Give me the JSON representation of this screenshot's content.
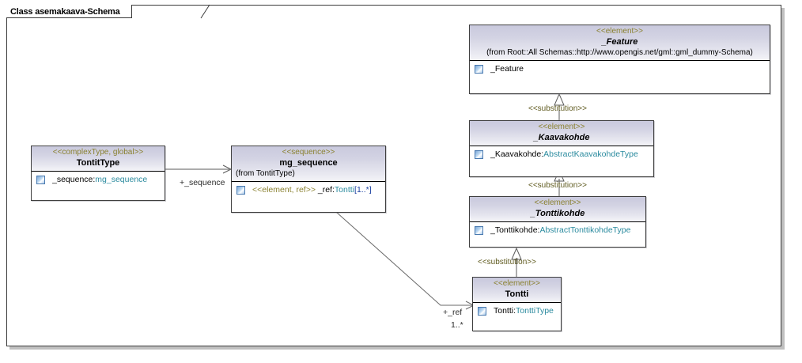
{
  "frame": {
    "title": "Class asemakaava-Schema"
  },
  "nodes": {
    "feature": {
      "stereotype": "<<element>>",
      "name": "_Feature",
      "from": "(from Root::All Schemas::http://www.opengis.net/gml::gml_dummy-Schema)",
      "attribute": "_Feature"
    },
    "kaavakohde": {
      "stereotype": "<<element>>",
      "name": "_Kaavakohde",
      "attr_name": "_Kaavakohde:",
      "attr_type": "AbstractKaavakohdeType"
    },
    "tonttikohde": {
      "stereotype": "<<element>>",
      "name": "_Tonttikohde",
      "attr_name": "_Tonttikohde:",
      "attr_type": "AbstractTonttikohdeType"
    },
    "tontti": {
      "stereotype": "<<element>>",
      "name": "Tontti",
      "attr_name": "Tontti:",
      "attr_type": "TonttiType"
    },
    "tontittype": {
      "stereotype": "<<complexType, global>>",
      "name": "TontitType",
      "attr_name": "_sequence:",
      "attr_type": "mg_sequence"
    },
    "mg_sequence": {
      "stereotype": "<<sequence>>",
      "name": "mg_sequence",
      "from": "(from TontitType)",
      "attr_stereo": "<<element, ref>>",
      "attr_name": " _ref:",
      "attr_type": "Tontti",
      "attr_mult": "[1..*]"
    }
  },
  "edges": {
    "substitution_feature": "<<substitution>>",
    "substitution_kaavakohde": "<<substitution>>",
    "substitution_tonttikohde": "<<substitution>>",
    "sequence_role": "+_sequence",
    "ref_role": "+_ref",
    "ref_multiplicity": "1..*"
  },
  "colors": {
    "stereotype": "#8a8130",
    "type": "#2a8a9e",
    "multiplicity": "#1b3fa0",
    "header_top": "#c9c9dd",
    "frame_border": "#3a3a3a"
  }
}
